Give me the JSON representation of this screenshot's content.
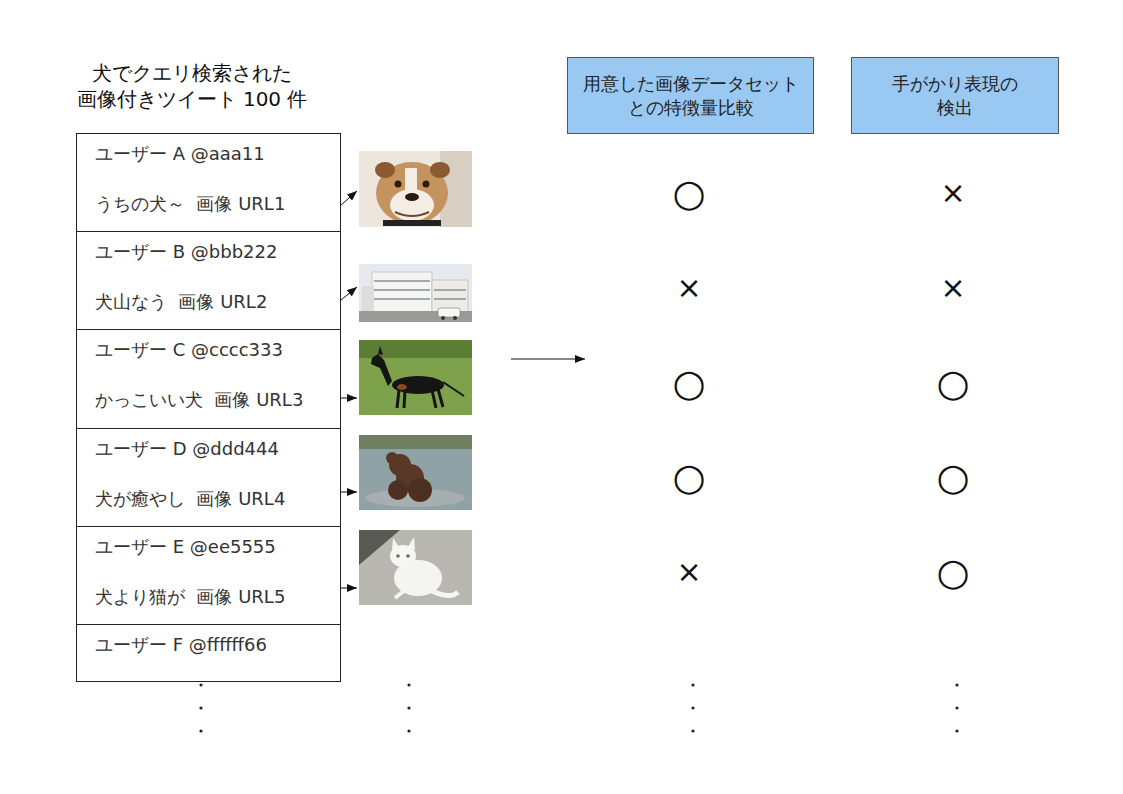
{
  "diagram": {
    "title": "犬でクエリ検索された 画像付きツイート 100 件",
    "nodes": [
      {
        "text": [
          "ユーザー A @aaa11",
          "うちの犬～  画像 URL1"
        ]
      },
      {
        "text": [
          "ユーザー B @bbb222",
          "犬山なう  画像 URL2"
        ]
      },
      {
        "text": [
          "ユーザー C @cccc333",
          "かっこいい犬  画像 URL3"
        ]
      },
      {
        "text": [
          "ユーザー D @ddd444",
          "犬が癒やし  画像 URL4"
        ]
      },
      {
        "text": [
          "ユーザー E @ee5555",
          "犬より猫が  画像 URL5"
        ]
      },
      {
        "text": [
          "ユーザー F @ffffff66"
        ]
      },
      {
        "text": [
          "用意した画像データセット との特徴量比較"
        ]
      },
      {
        "text": [
          "手がかり表現の 検出"
        ]
      }
    ],
    "labels": [
      "○",
      "×",
      "×",
      "×",
      "○",
      "○",
      "○",
      "○",
      "×",
      "○"
    ]
  }
}
